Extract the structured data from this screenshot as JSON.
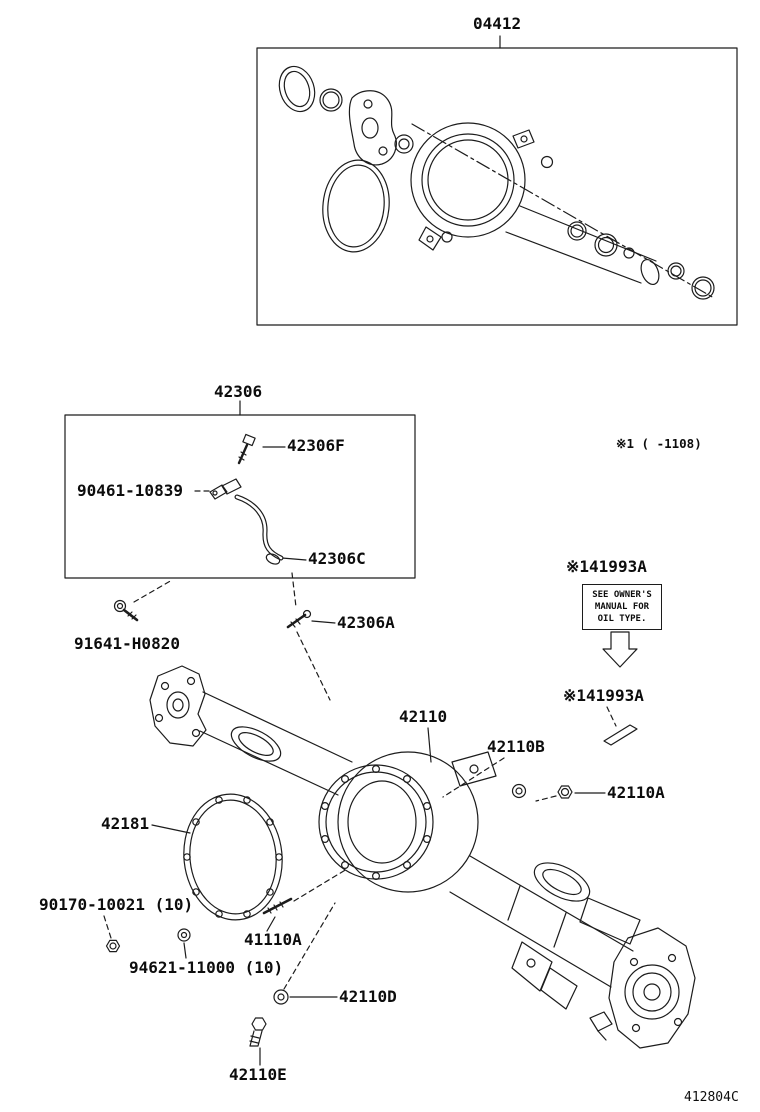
{
  "labels": {
    "kit": "04412",
    "breather_assy": "42306",
    "breather_bolt": "42306F",
    "breather_fitting": "90461-10839",
    "breather_clamp": "42306C",
    "breather_plug": "42306A",
    "bolt_91641": "91641-H0820",
    "note_ref": "※1 (    -1108)",
    "m141993a_top": "※141993A",
    "m141993a_bottom": "※141993A",
    "housing": "42110",
    "washer_42110b": "42110B",
    "plug_42110a": "42110A",
    "gasket": "42181",
    "nut_90170": "90170-10021 (10)",
    "stud_41110a": "41110A",
    "washer_94621": "94621-11000 (10)",
    "washer_42110d": "42110D",
    "plug_42110e": "42110E"
  },
  "oil_note": {
    "line1": "SEE OWNER'S",
    "line2": "MANUAL FOR",
    "line3": "OIL TYPE."
  },
  "doc_code": "412804C"
}
